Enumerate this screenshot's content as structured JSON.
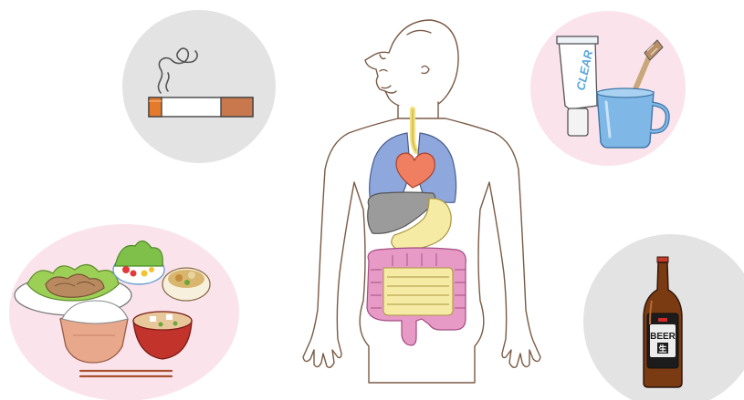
{
  "illustrations": {
    "toothpaste": {
      "brand_text": "CLEAR"
    },
    "beer": {
      "label_text": "BEER",
      "label_kanji": "生"
    }
  },
  "colors": {
    "circle_gray": "#e3e3e3",
    "circle_pink": "#fbe3ec",
    "outline": "#7a5a45",
    "lungs": "#8ea7dd",
    "heart": "#f07f62",
    "liver": "#9b9b9b",
    "stomach": "#f6eba4",
    "intestine": "#e79ac6",
    "esophagus": "#f3e07a"
  },
  "icons": [
    "cigarette-icon",
    "toothpaste-icon",
    "toothbrush-icon",
    "cup-icon",
    "meal-icon",
    "beer-bottle-icon",
    "human-body-icon"
  ]
}
